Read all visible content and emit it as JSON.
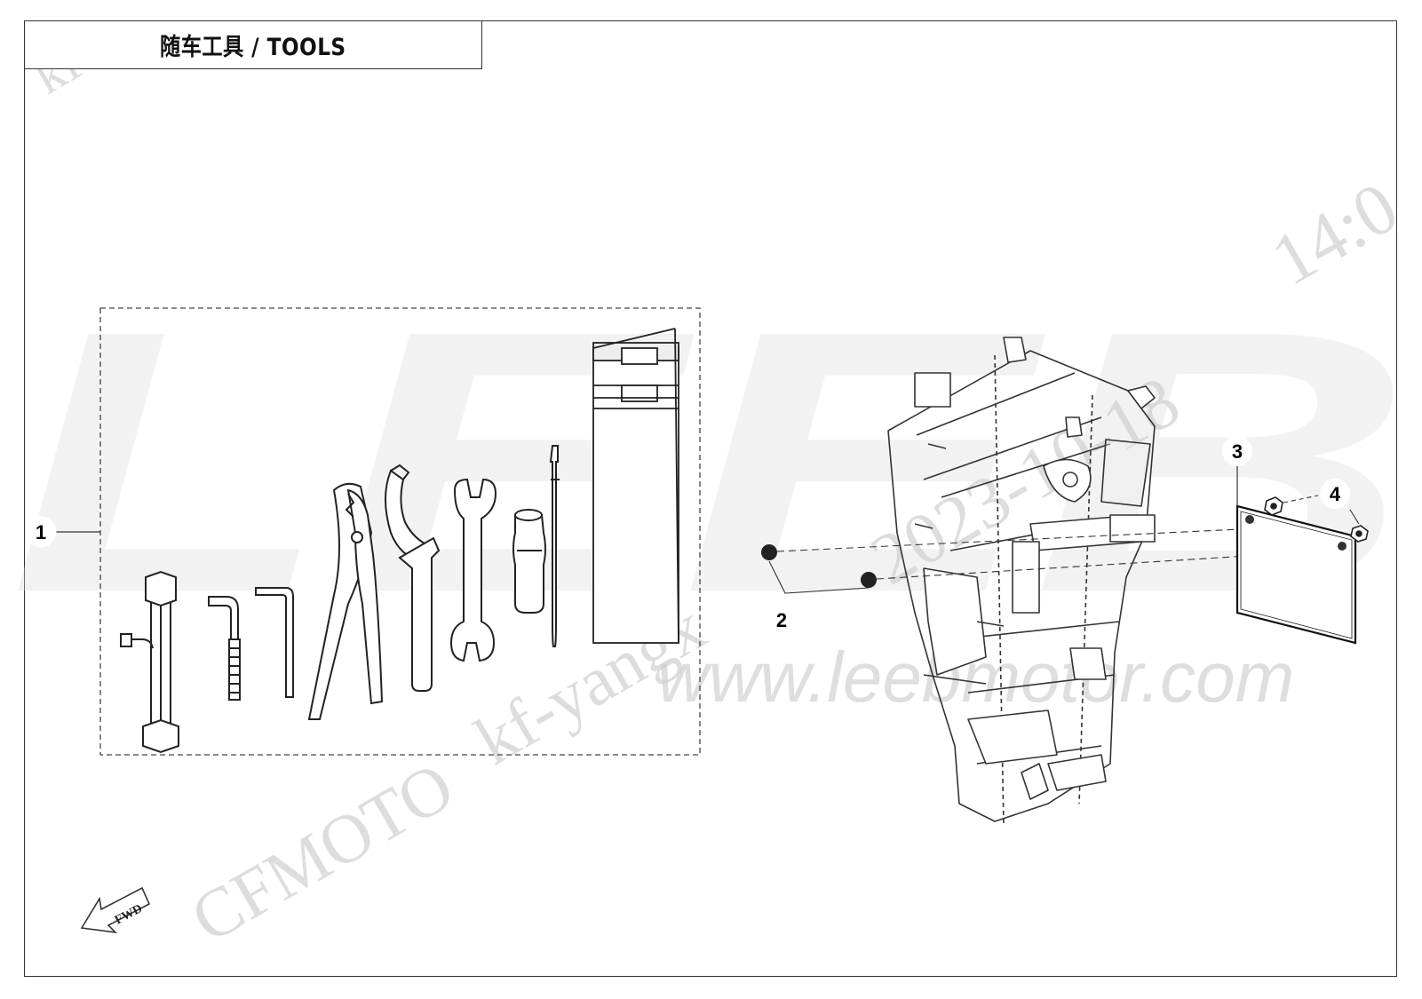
{
  "title": "随车工具 / TOOLS",
  "fwd_label": "FWD",
  "callouts": {
    "c1": "1",
    "c2": "2",
    "c3": "3",
    "c4": "4"
  },
  "watermarks": {
    "brand_big": "LEEB",
    "site": "www.leebmotor.com",
    "user_top": "kf-",
    "user_mid": "kf-yangx",
    "date": "2023-10-18",
    "time": "14:0",
    "maker": "CFMOTO"
  }
}
